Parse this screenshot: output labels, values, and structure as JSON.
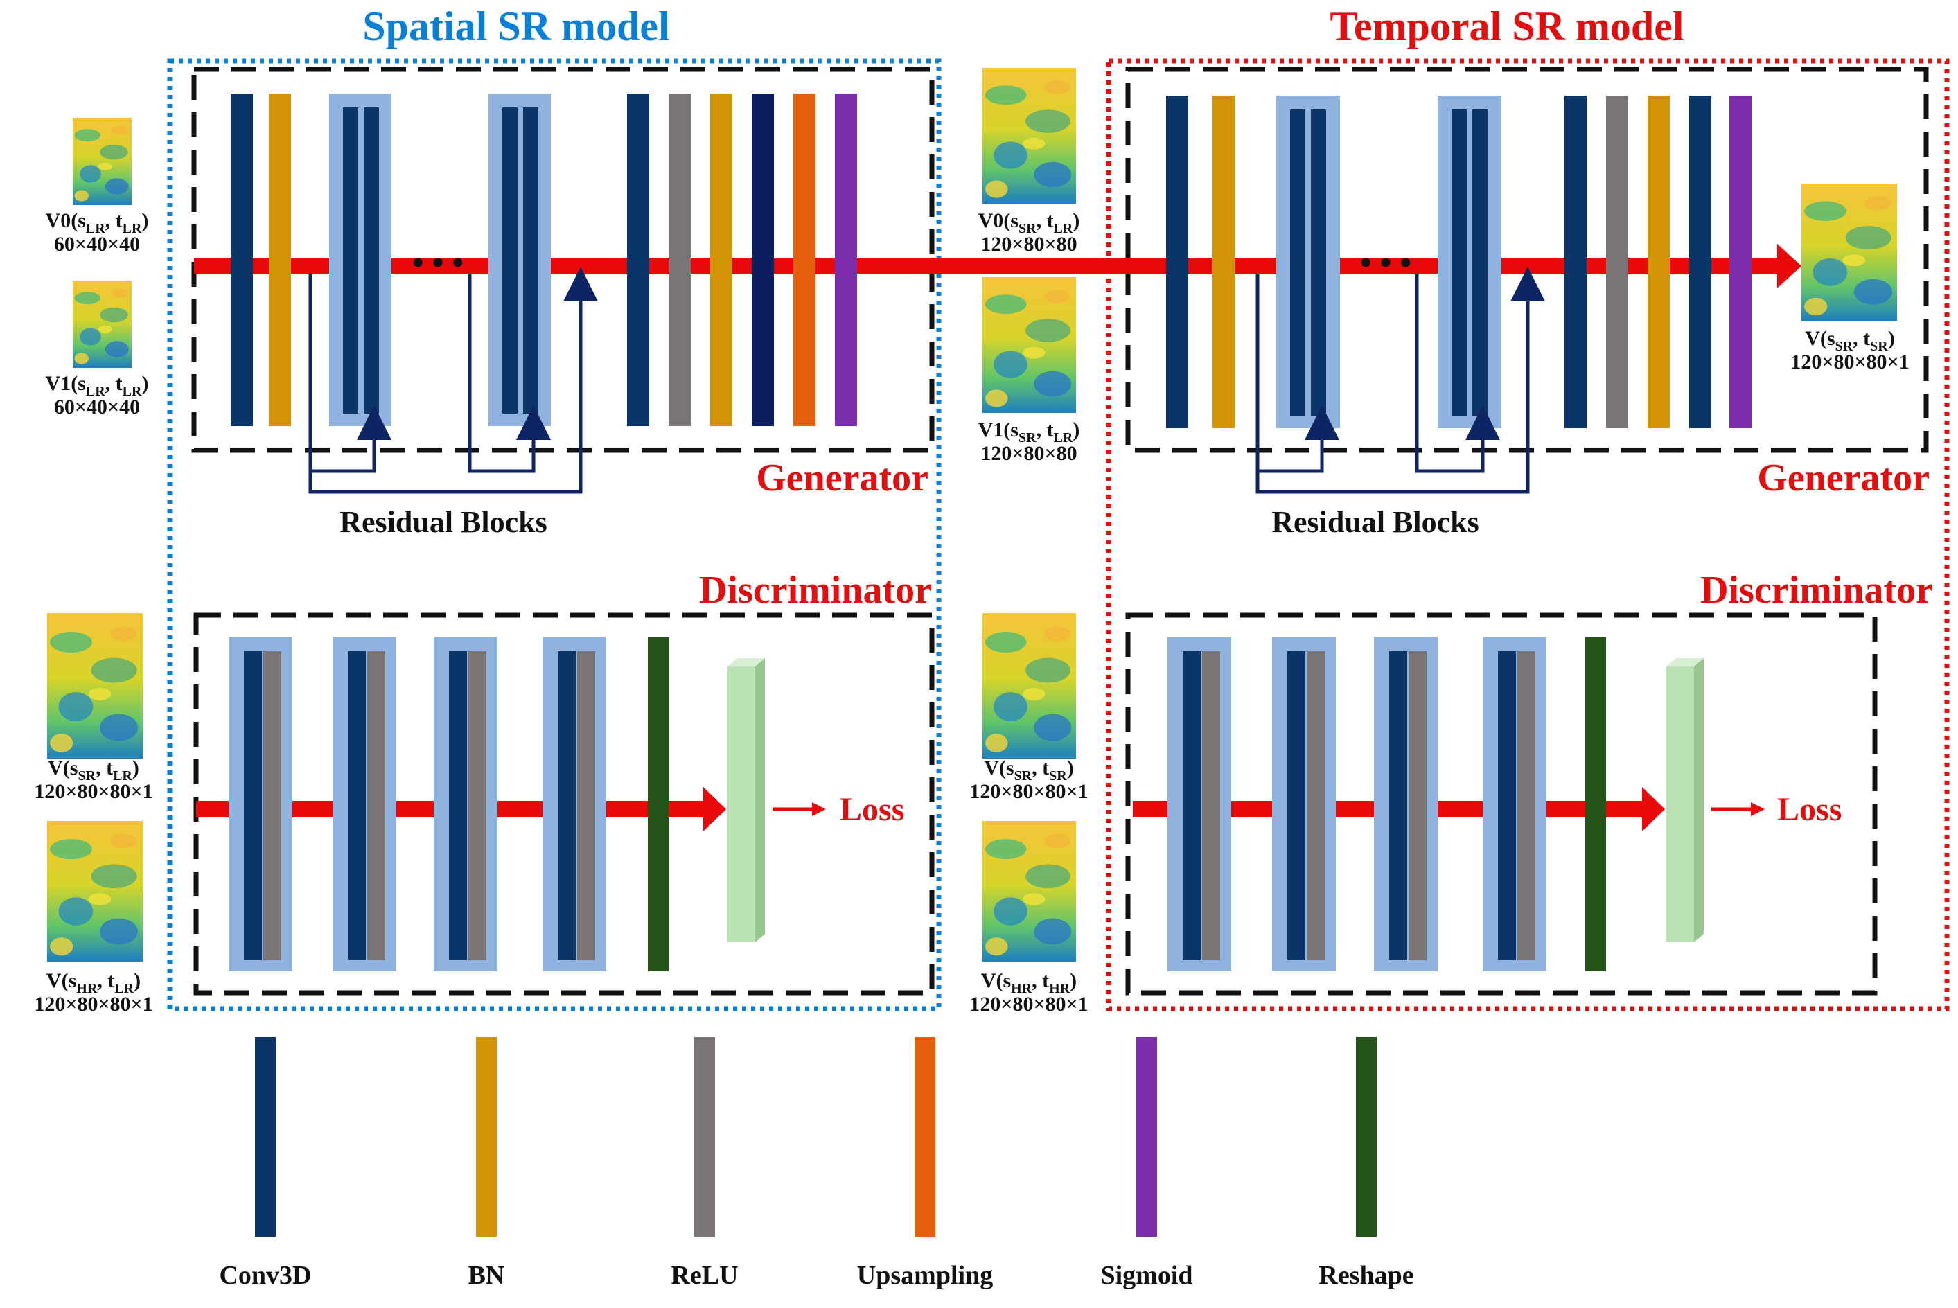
{
  "titles": {
    "spatial": "Spatial SR model",
    "temporal": "Temporal SR model"
  },
  "labels": {
    "generator": "Generator",
    "discriminator": "Discriminator",
    "residual_blocks": "Residual Blocks",
    "loss": "Loss",
    "ellipsis": "• • •"
  },
  "inputs": {
    "spatial_gen": [
      {
        "main": "V0(s",
        "sub1": "LR",
        "mid": ", t",
        "sub2": "LR",
        "end": ")",
        "dims": "60×40×40"
      },
      {
        "main": "V1(s",
        "sub1": "LR",
        "mid": ", t",
        "sub2": "LR",
        "end": ")",
        "dims": "60×40×40"
      }
    ],
    "temporal_gen": [
      {
        "main": "V0(s",
        "sub1": "SR",
        "mid": ", t",
        "sub2": "LR",
        "end": ")",
        "dims": "120×80×80"
      },
      {
        "main": "V1(s",
        "sub1": "SR",
        "mid": ", t",
        "sub2": "LR",
        "end": ")",
        "dims": "120×80×80"
      }
    ],
    "output": {
      "main": "V(s",
      "sub1": "SR",
      "mid": ", t",
      "sub2": "SR",
      "end": ")",
      "dims": "120×80×80×1"
    },
    "spatial_disc": [
      {
        "main": "V(s",
        "sub1": "SR",
        "mid": ", t",
        "sub2": "LR",
        "end": ")",
        "dims": "120×80×80×1"
      },
      {
        "main": "V(s",
        "sub1": "HR",
        "mid": ", t",
        "sub2": "LR",
        "end": ")",
        "dims": "120×80×80×1"
      }
    ],
    "temporal_disc": [
      {
        "main": "V(s",
        "sub1": "SR",
        "mid": ", t",
        "sub2": "SR",
        "end": ")",
        "dims": "120×80×80×1"
      },
      {
        "main": "V(s",
        "sub1": "HR",
        "mid": ", t",
        "sub2": "HR",
        "end": ")",
        "dims": "120×80×80×1"
      }
    ]
  },
  "legend": [
    {
      "label": "Conv3D",
      "color": "#0b3566"
    },
    {
      "label": "BN",
      "color": "#d29307"
    },
    {
      "label": "ReLU",
      "color": "#7a7474"
    },
    {
      "label": "Upsampling",
      "color": "#e5600e"
    },
    {
      "label": "Sigmoid",
      "color": "#7c2eac"
    },
    {
      "label": "Reshape",
      "color": "#245418"
    }
  ],
  "colors": {
    "spatial_accent": "#0a7fd6",
    "temporal_accent": "#e01010",
    "arrow": "#e8090b",
    "block_bg": "#8fb2de",
    "skip_line": "#0f2563",
    "dense": "#b9e1b4"
  }
}
